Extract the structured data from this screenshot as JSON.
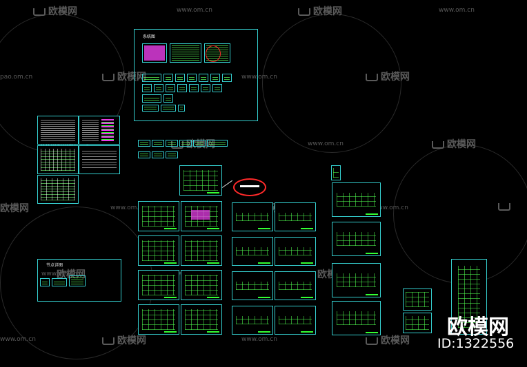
{
  "watermarks": {
    "brand": "欧模网",
    "url": "www.om.cn",
    "url_short": "pao.om.cn",
    "url_edge": "www.om.cn"
  },
  "labels": {
    "system_title": "系统图",
    "node_title": "节点详图"
  },
  "corner_brand": {
    "name": "欧模网",
    "id": "ID:1322556"
  },
  "colors": {
    "background": "#000000",
    "frame": "#35d0d0",
    "lines": "#50ff50",
    "fill": "#e63ce6",
    "cloud": "#ff2a2a",
    "watermark": "#5a5a5a"
  },
  "icons": [
    "sofa-icon"
  ]
}
